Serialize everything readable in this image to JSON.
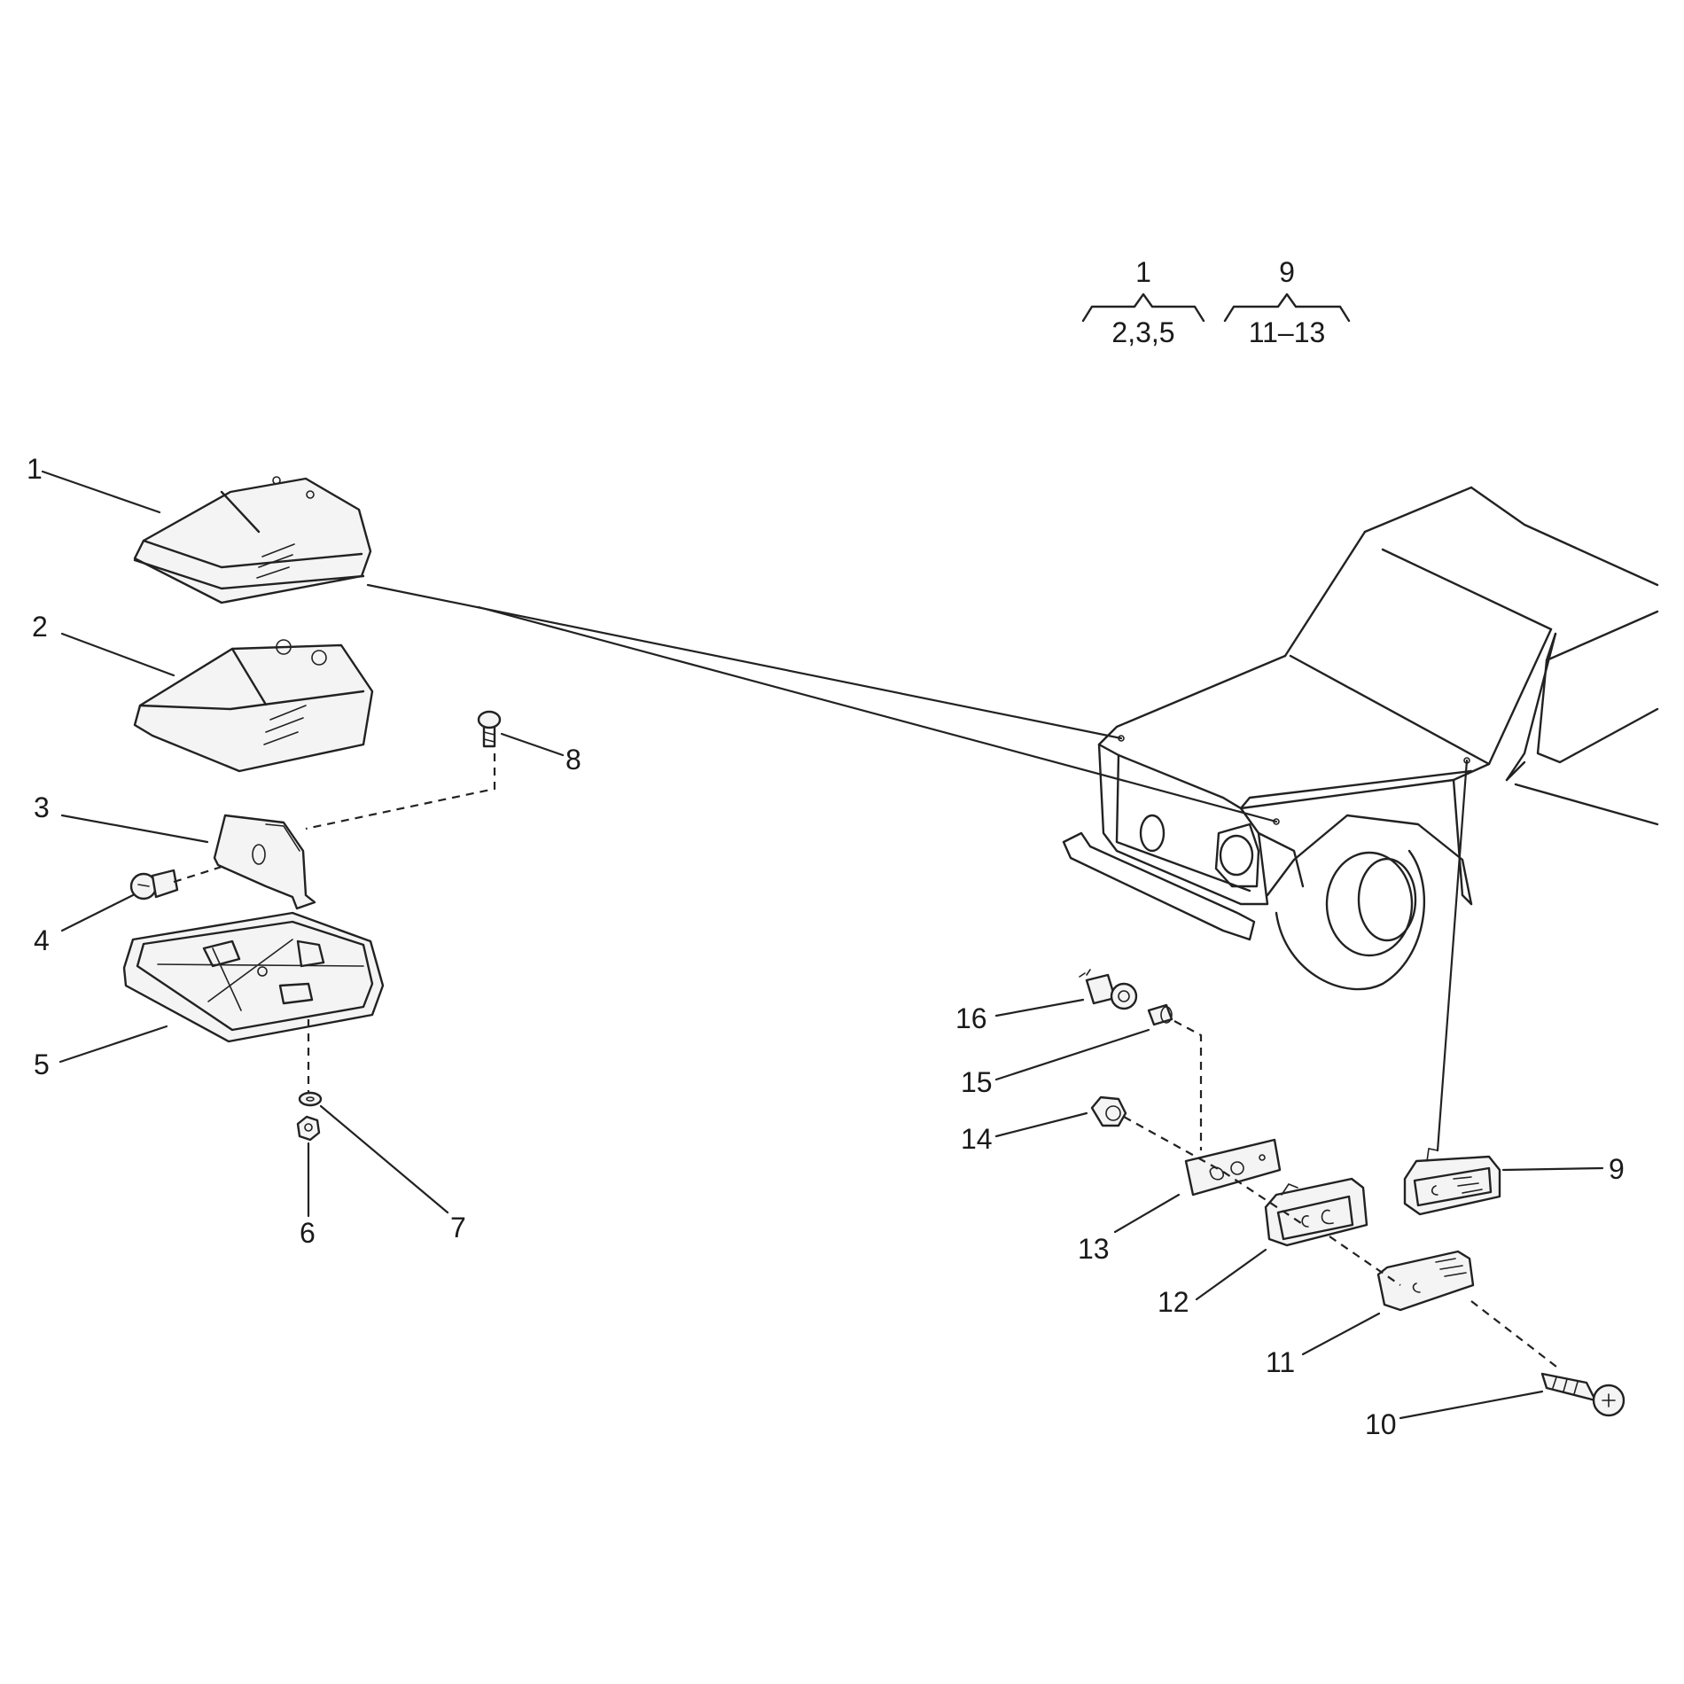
{
  "callouts": {
    "c1": "1",
    "c2": "2",
    "c3": "3",
    "c4": "4",
    "c5": "5",
    "c6": "6",
    "c7": "7",
    "c8": "8",
    "c9": "9",
    "c10": "10",
    "c11": "11",
    "c12": "12",
    "c13": "13",
    "c14": "14",
    "c15": "15",
    "c16": "16"
  },
  "groups": {
    "g1": {
      "top": "1",
      "bottom": "2,3,5"
    },
    "g2": {
      "top": "9",
      "bottom": "11–13"
    }
  },
  "colors": {
    "ink": "#222222",
    "background": "#ffffff"
  }
}
